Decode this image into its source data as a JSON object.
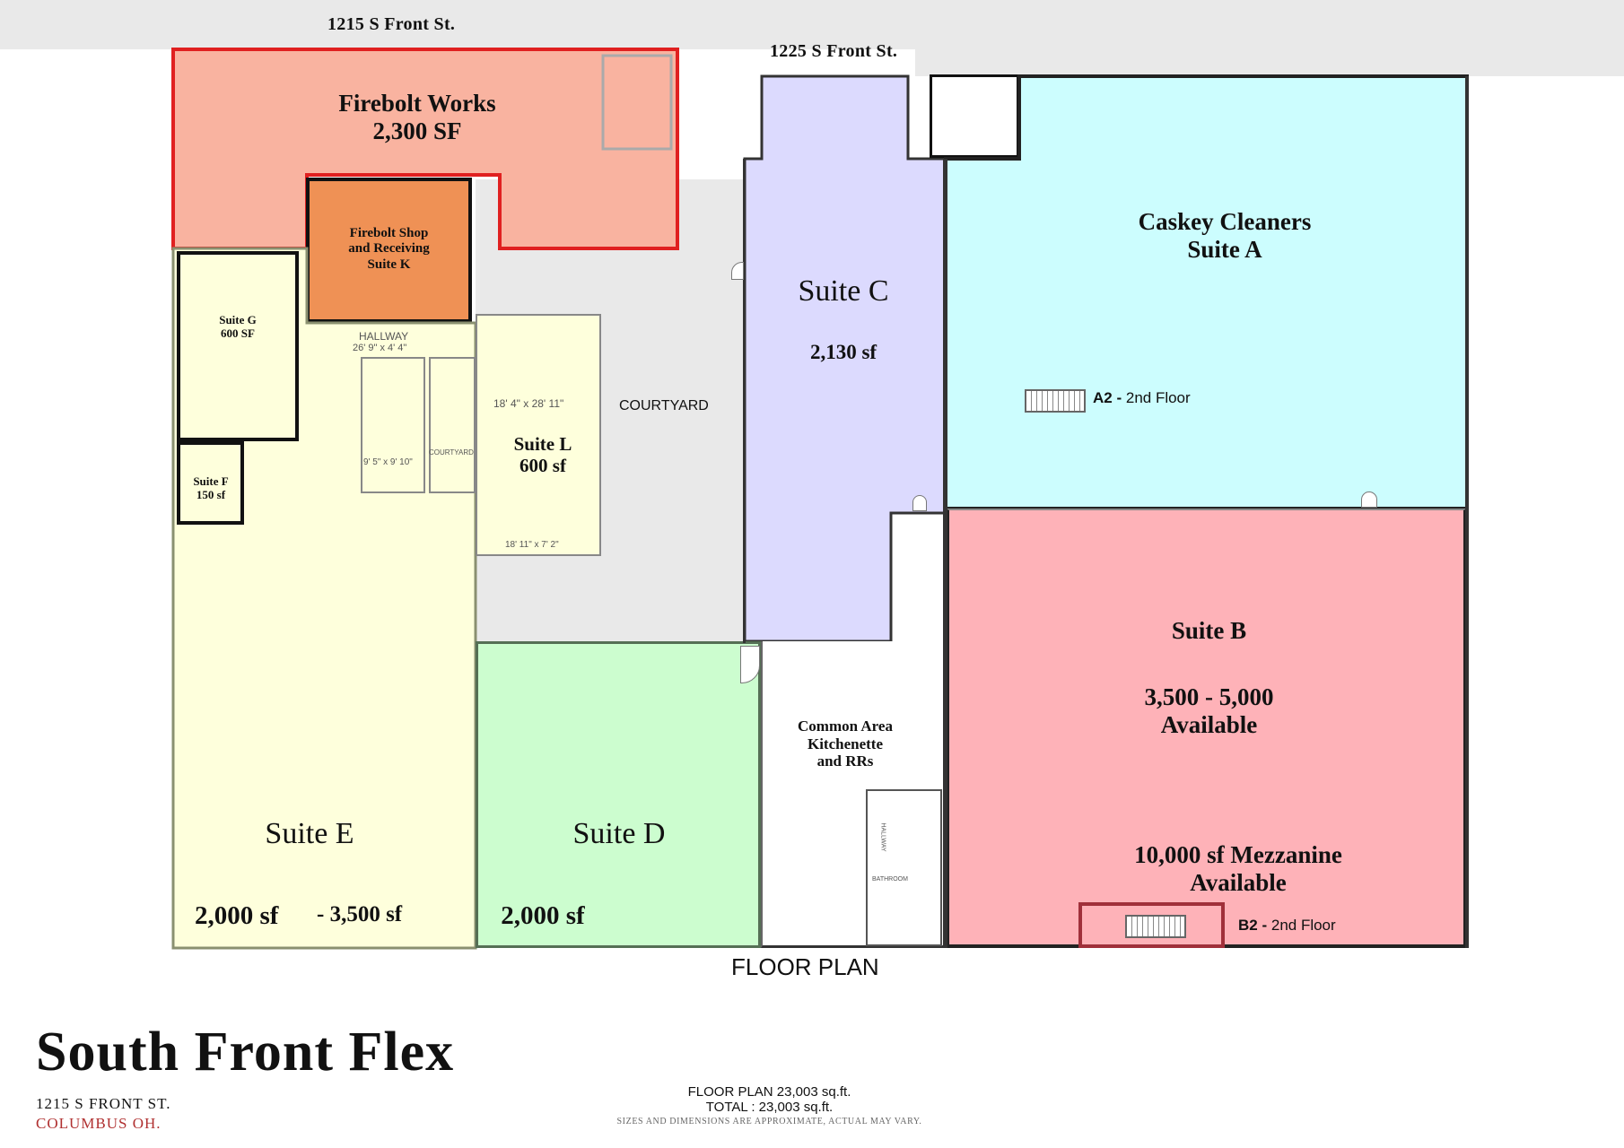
{
  "streets": {
    "front_1215": "1215 S Front St.",
    "front_1225": "1225 S Front St."
  },
  "suites": {
    "firebolt_works": {
      "name": "Firebolt Works",
      "size": "2,300 SF"
    },
    "firebolt_shop": {
      "line1": "Firebolt Shop",
      "line2": "and Receiving",
      "line3": "Suite K"
    },
    "suite_g": {
      "name": "Suite G",
      "size": "600 SF"
    },
    "suite_f": {
      "name": "Suite F",
      "size": "150 sf"
    },
    "suite_l": {
      "name": "Suite L",
      "size": "600 sf"
    },
    "suite_c": {
      "name": "Suite C",
      "size": "2,130 sf"
    },
    "suite_a": {
      "name": "Caskey Cleaners",
      "sub": "Suite A",
      "floor_bold": "A2 -",
      "floor": "2nd Floor"
    },
    "suite_b": {
      "name": "Suite B",
      "size": "3,500 - 5,000",
      "avail": "Available",
      "mezz": "10,000 sf Mezzanine",
      "mezz_avail": "Available",
      "floor_bold": "B2 -",
      "floor": "2nd Floor"
    },
    "suite_e": {
      "name": "Suite E",
      "size_a": "2,000 sf",
      "size_b": "- 3,500 sf"
    },
    "suite_d": {
      "name": "Suite D",
      "size": "2,000 sf"
    },
    "common": {
      "line1": "Common Area",
      "line2": "Kitchenette",
      "line3": "and RRs"
    }
  },
  "labels": {
    "hallway": "HALLWAY",
    "hallway_dim": "26' 9\" x 4' 4\"",
    "courtyard": "COURTYARD",
    "courtyard_small": "COURTYARD",
    "dim_l": "18' 4\" x 28' 11\"",
    "dim_small": "9' 5\" x 9' 10\"",
    "dim_bottom": "18' 11\" x 7' 2\"",
    "hallway_small": "HALLWAY",
    "bathroom": "BATHROOM",
    "floor_plan": "FLOOR PLAN"
  },
  "footer": {
    "title": "South Front Flex",
    "address": "1215 S FRONT ST.",
    "city": "COLUMBUS OH.",
    "floor_plan_area": "FLOOR PLAN 23,003 sq.ft.",
    "total_area": "TOTAL :  23,003 sq.ft.",
    "disclaimer": "SIZES AND DIMENSIONS ARE APPROXIMATE, ACTUAL MAY VARY."
  },
  "colors": {
    "firebolt_works": "#f9b3a0",
    "firebolt_shop": "#ef9155",
    "suite_e": "#feffdc",
    "suite_d": "#ccfdcf",
    "suite_c": "#dcdafe",
    "suite_a": "#ccfdfe",
    "suite_b": "#feb2b8",
    "courtyard": "#e9e9e9",
    "red_outline": "#e02020",
    "city_text": "#b03030"
  }
}
